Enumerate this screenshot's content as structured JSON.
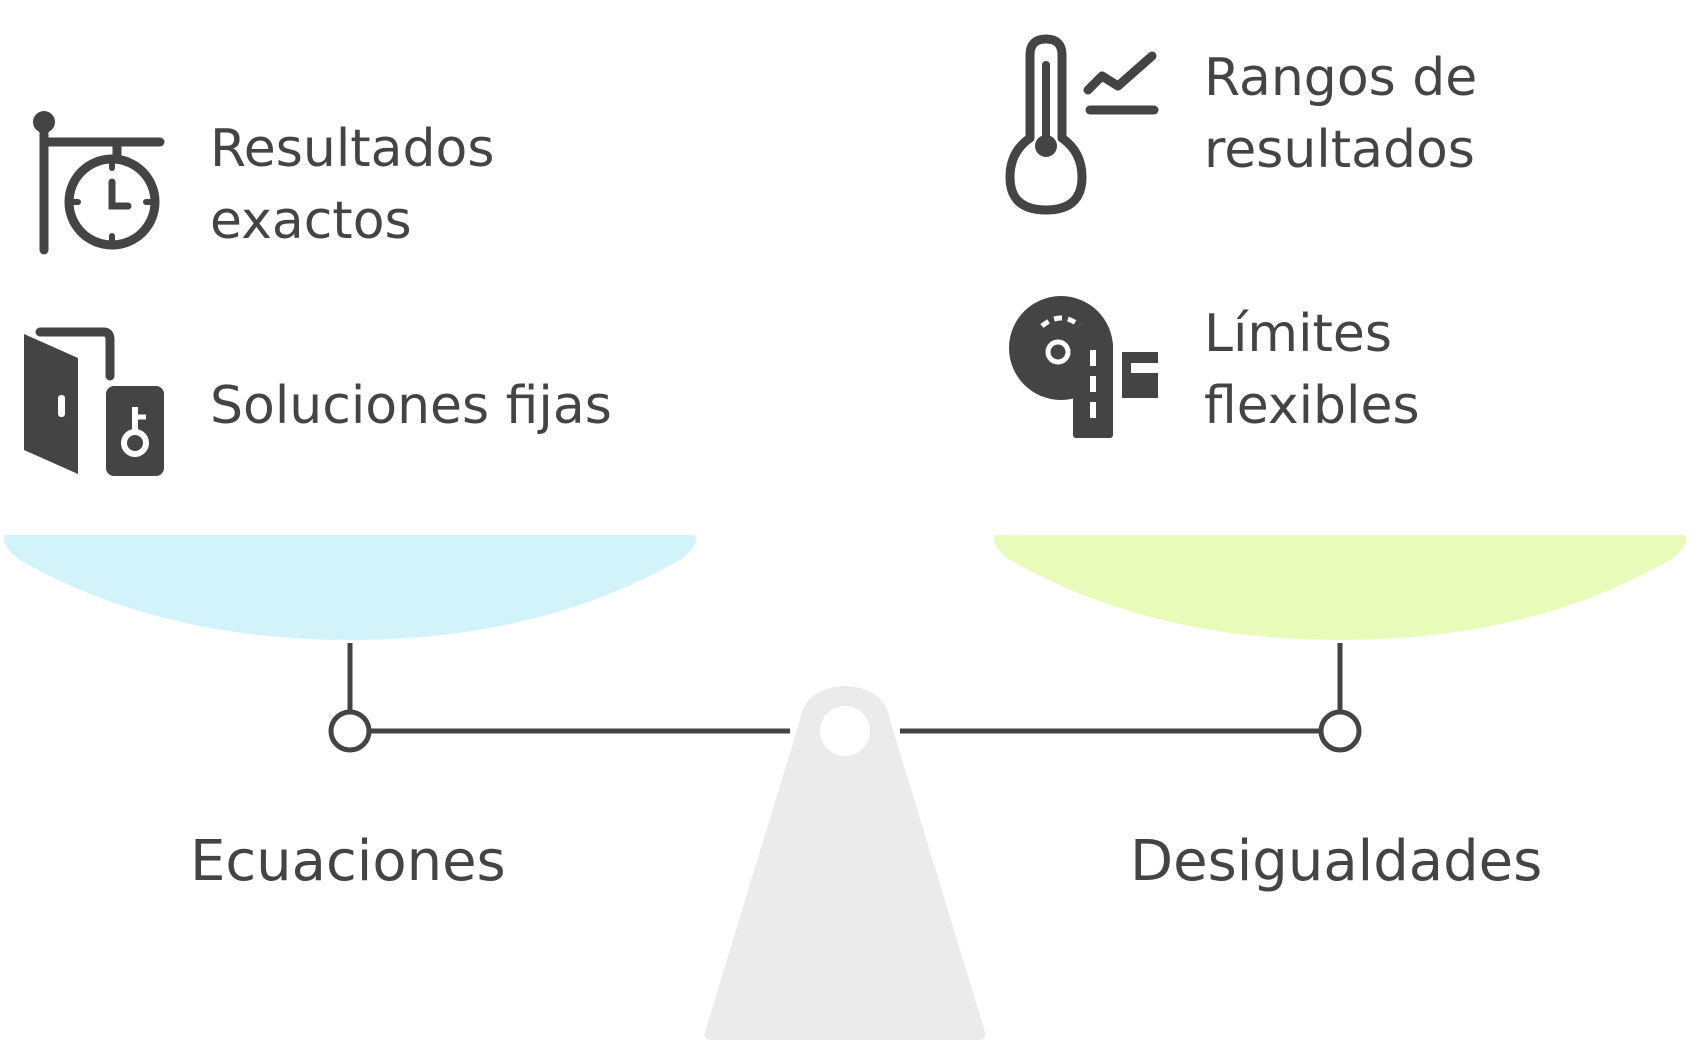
{
  "left": {
    "label": "Ecuaciones",
    "pan_color": "#d3f3fb",
    "items": [
      {
        "icon": "hanging-clock-icon",
        "line1": "Resultados",
        "line2": "exactos"
      },
      {
        "icon": "door-key-icon",
        "line1": "Soluciones fijas",
        "line2": ""
      }
    ]
  },
  "right": {
    "label": "Desigualdades",
    "pan_color": "#e8fbb8",
    "items": [
      {
        "icon": "thermometer-trend-icon",
        "line1": "Rangos de",
        "line2": "resultados"
      },
      {
        "icon": "map-road-icon",
        "line1": "Límites",
        "line2": "flexibles"
      }
    ]
  },
  "colors": {
    "ink": "#444444",
    "base": "#ebebeb"
  }
}
